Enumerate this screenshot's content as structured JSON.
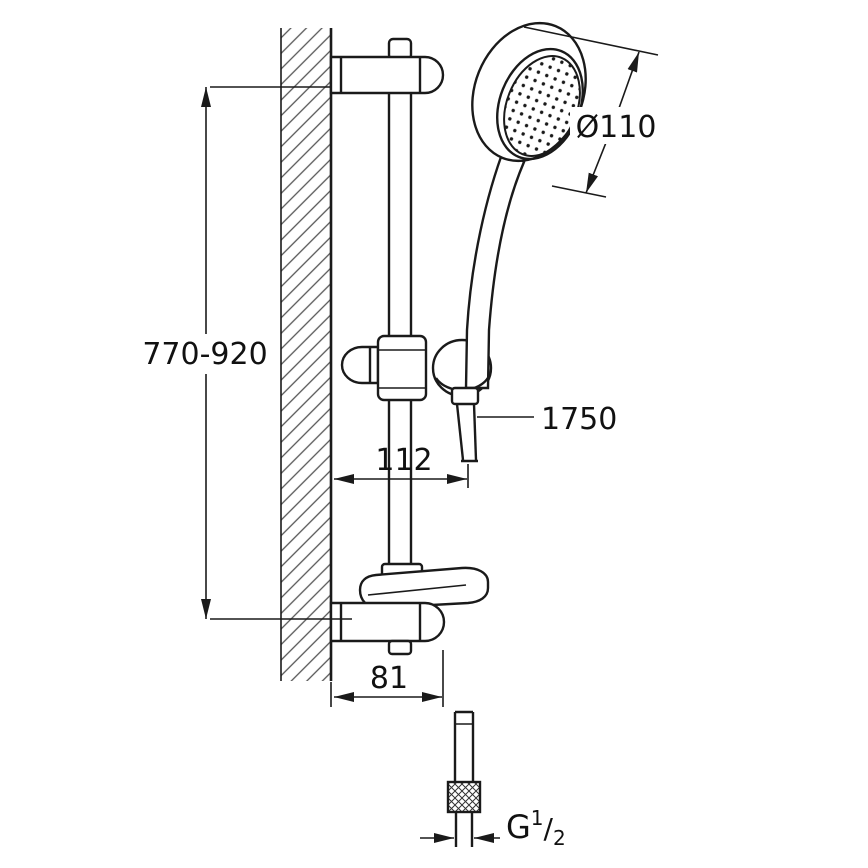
{
  "drawing": {
    "labels": {
      "height_range": "770-920",
      "head_diameter": "Ø110",
      "hose_length": "1750",
      "holder_offset": "112",
      "wall_offset": "81",
      "thread_prefix": "G",
      "thread_sup": "1",
      "thread_slash": "/",
      "thread_sub": "2"
    },
    "colors": {
      "line": "#1a1a1a",
      "background": "#ffffff",
      "hatch": "#555555"
    }
  }
}
